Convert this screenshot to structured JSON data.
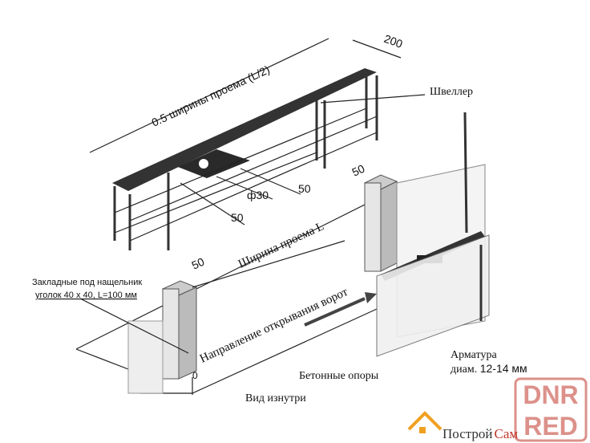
{
  "labels": {
    "dim_200": "200",
    "half_width": "0.5 ширины проема (L/2)",
    "channel": "Швеллер",
    "phi30": "ф30",
    "dim_50_a": "50",
    "dim_50_b": "50",
    "dim_50_c": "50",
    "dim_50_d": "50",
    "embedded_line1": "Закладные под нащельник",
    "embedded_line2": "уголок 40 x 40, L=100 мм",
    "opening_width": "Ширина проема L",
    "opening_direction": "Направление открывания ворот",
    "zero": "0",
    "concrete_supports": "Бетонные опоры",
    "rebar_line1": "Арматура",
    "rebar_line2_prefix": "диам.",
    "rebar_line2_value": "12-14 мм",
    "inside_view": "Вид изнутри"
  },
  "watermarks": {
    "dnr_red_line1": "DNR",
    "dnr_red_line2": "RED",
    "logo_part1": "Построй",
    "logo_part2": "Сам"
  },
  "colors": {
    "watermark_red": "#c0392b",
    "logo_orange": "#f0a020",
    "beam": "#333333"
  }
}
